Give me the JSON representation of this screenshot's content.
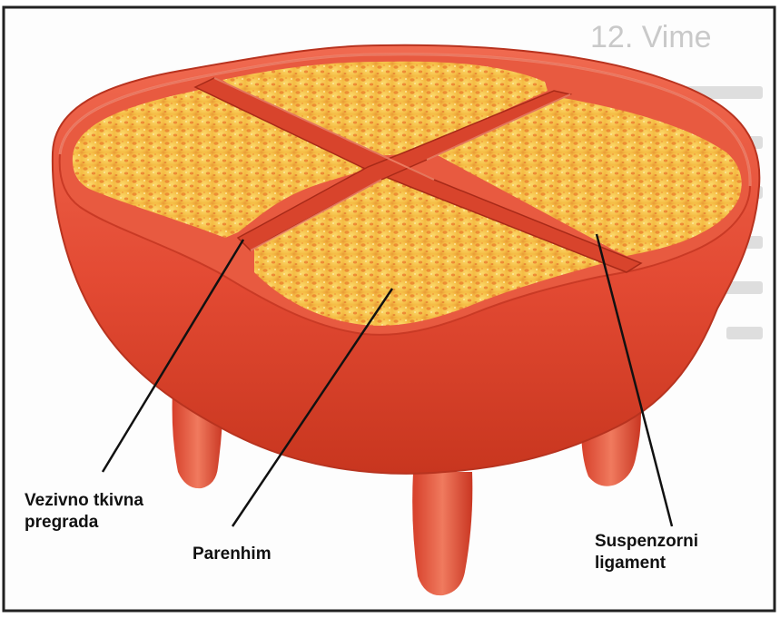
{
  "labels": {
    "septum": [
      "Vezivno tkivna",
      "pregrada"
    ],
    "parenchyma": "Parenhim",
    "ligament": [
      "Suspenzorni",
      "ligament"
    ]
  },
  "background_text": {
    "heading": "12. Vime"
  },
  "colors": {
    "tissue_red": "#e8503a",
    "tissue_dark": "#b52a1c",
    "parenchyma_yellow": "#f6c24a",
    "parenchyma_pore": "#e97a2a",
    "leader_line": "#111111",
    "frame": "#222222"
  }
}
